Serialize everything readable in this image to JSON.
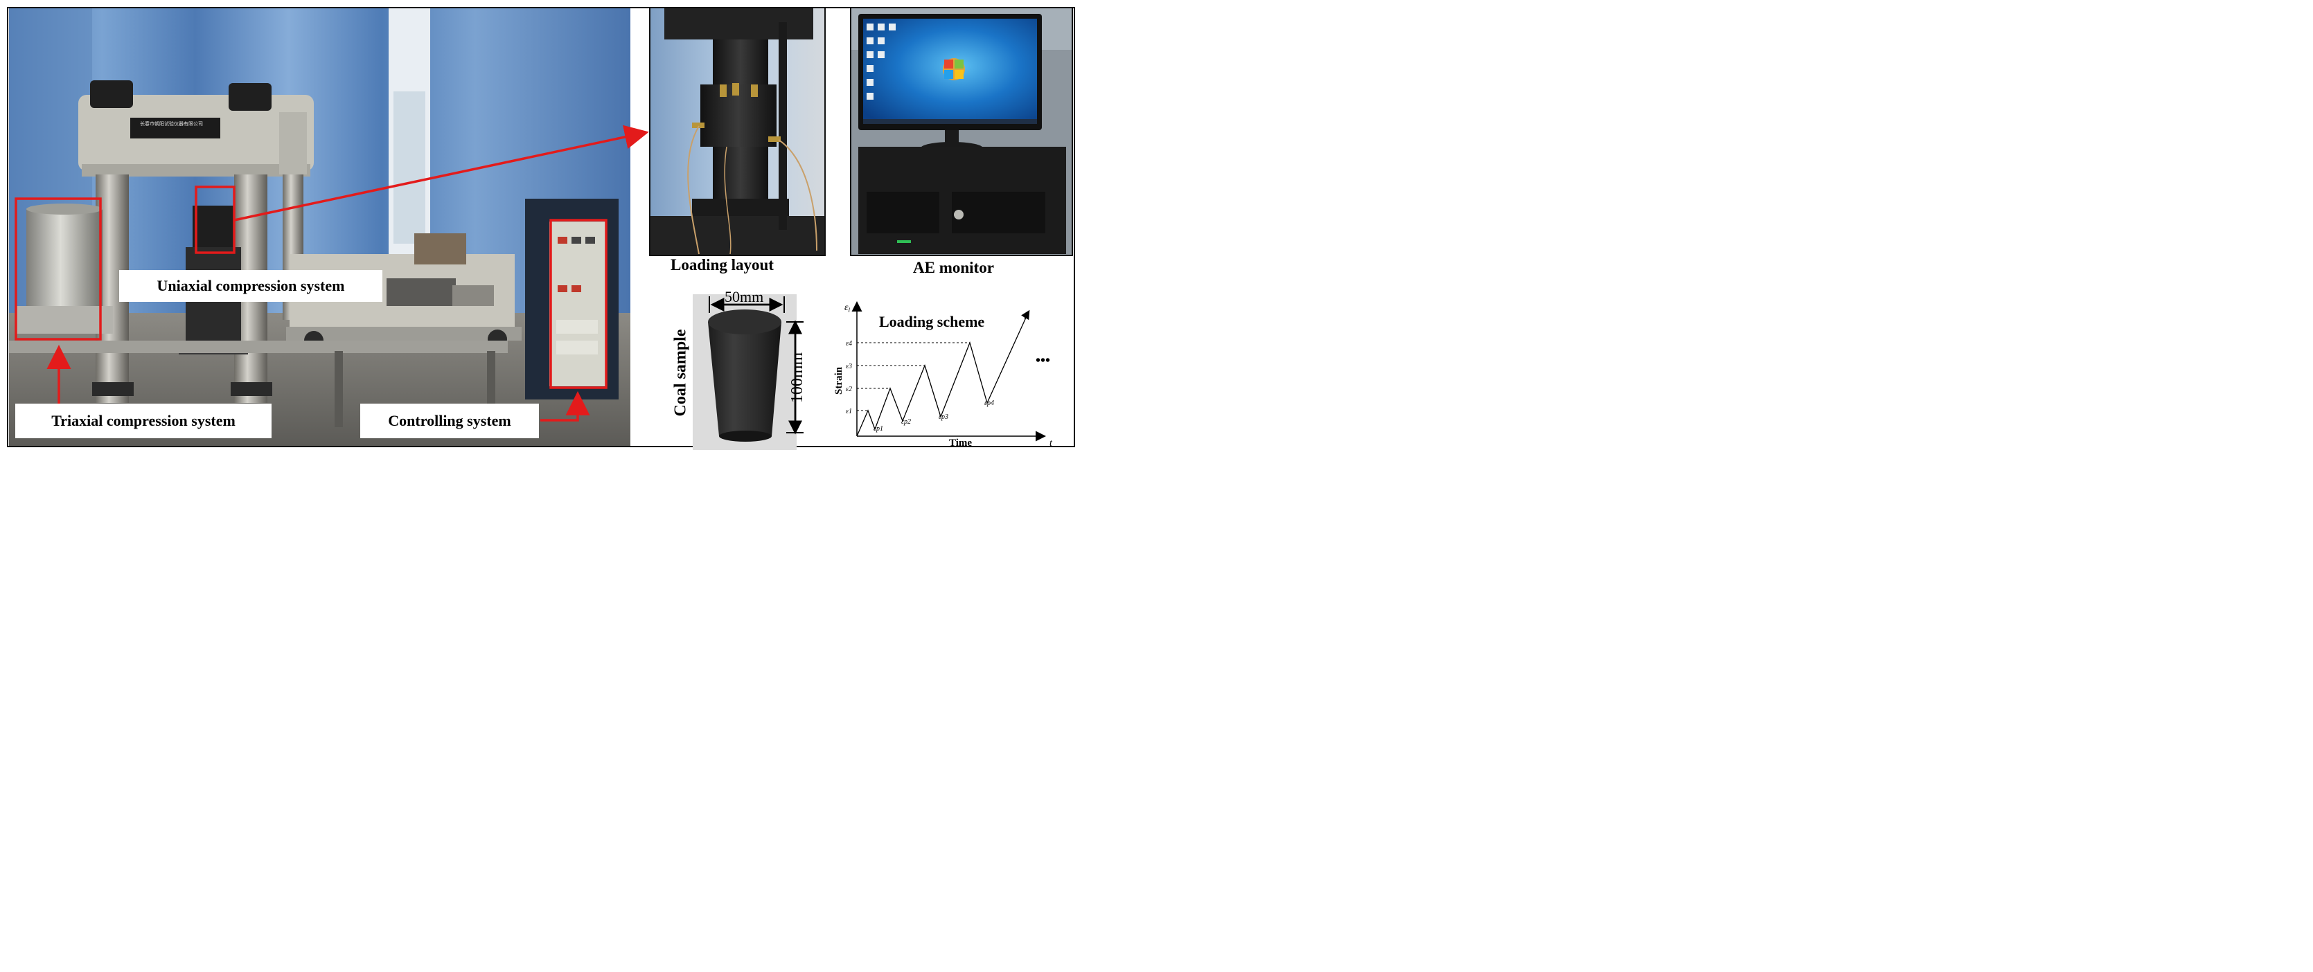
{
  "labels": {
    "uniaxial": "Uniaxial compression system",
    "triaxial": "Triaxial compression system",
    "controlling": "Controlling system",
    "loading_layout": "Loading layout",
    "ae_monitor": "AE monitor",
    "coal_sample": "Coal sample",
    "diameter": "50mm",
    "height": "100mm"
  },
  "logo_text": "长春市朝阳试验仪器有限公司",
  "scheme": {
    "title": "Loading scheme",
    "ylabel": "Strain",
    "xlabel": "Time",
    "y_axis_symbol": "ε",
    "y_axis_sub": "l",
    "x_axis_symbol": "t",
    "levels": [
      "ε1",
      "ε2",
      "ε3",
      "ε4"
    ],
    "residuals": [
      "εp1",
      "εp2",
      "εp3",
      "εp4"
    ],
    "ellipsis": "•••"
  },
  "colors": {
    "annotation": "#e31b1b",
    "curtain": "#5b86bd",
    "machine": "#bdbcb4"
  }
}
